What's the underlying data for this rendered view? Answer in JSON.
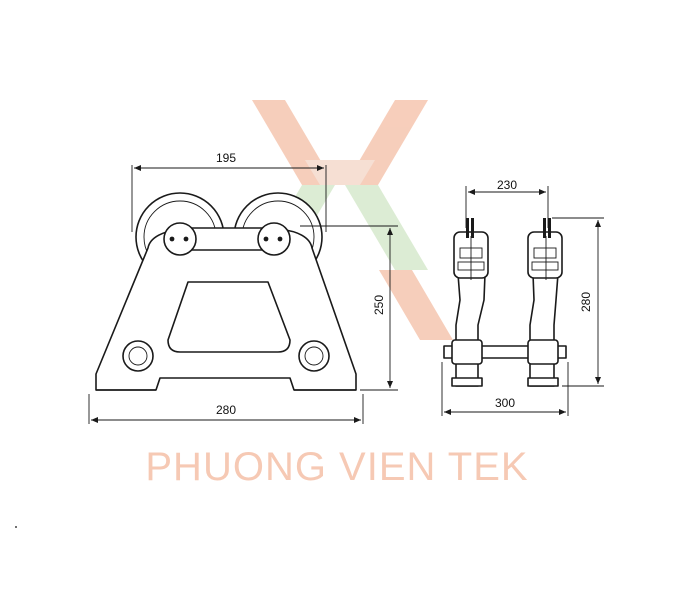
{
  "watermark": {
    "text": "PHUONG VIEN TEK",
    "colors": {
      "orange": "#f6c9b4",
      "green": "#d9ebd0"
    }
  },
  "dimensions": {
    "roller_spacing": "195",
    "base_height": "250",
    "base_width": "280",
    "top_width": "230",
    "side_height": "280",
    "total_width": "300"
  }
}
